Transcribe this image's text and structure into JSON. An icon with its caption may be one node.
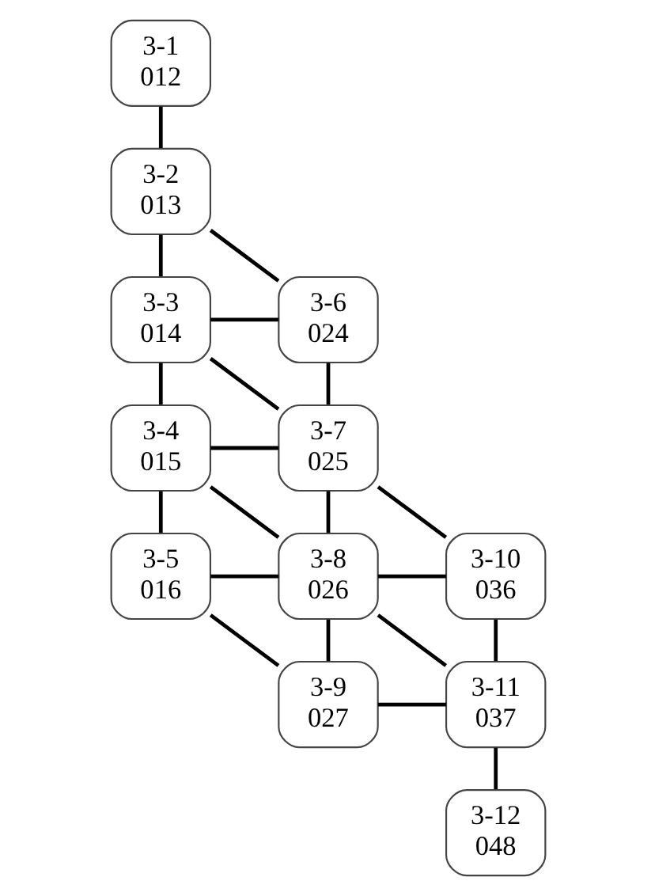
{
  "diagram": {
    "nodes": [
      {
        "text": [
          "3-1",
          "012"
        ]
      },
      {
        "text": [
          "3-2",
          "013"
        ]
      },
      {
        "text": [
          "3-3",
          "014"
        ]
      },
      {
        "text": [
          "3-6",
          "024"
        ]
      },
      {
        "text": [
          "3-4",
          "015"
        ]
      },
      {
        "text": [
          "3-7",
          "025"
        ]
      },
      {
        "text": [
          "3-5",
          "016"
        ]
      },
      {
        "text": [
          "3-8",
          "026"
        ]
      },
      {
        "text": [
          "3-10",
          "036"
        ]
      },
      {
        "text": [
          "3-9",
          "027"
        ]
      },
      {
        "text": [
          "3-11",
          "037"
        ]
      },
      {
        "text": [
          "3-12",
          "048"
        ]
      }
    ],
    "edges": [
      {
        "from": 0,
        "to": 1,
        "arrow": "none"
      },
      {
        "from": 1,
        "to": 2,
        "arrow": "none"
      },
      {
        "from": 1,
        "to": 3,
        "arrow": "none"
      },
      {
        "from": 2,
        "to": 3,
        "arrow": "none"
      },
      {
        "from": 2,
        "to": 4,
        "arrow": "none"
      },
      {
        "from": 2,
        "to": 5,
        "arrow": "none"
      },
      {
        "from": 3,
        "to": 5,
        "arrow": "none"
      },
      {
        "from": 4,
        "to": 5,
        "arrow": "none"
      },
      {
        "from": 4,
        "to": 6,
        "arrow": "none"
      },
      {
        "from": 4,
        "to": 7,
        "arrow": "none"
      },
      {
        "from": 5,
        "to": 7,
        "arrow": "none"
      },
      {
        "from": 5,
        "to": 8,
        "arrow": "none"
      },
      {
        "from": 6,
        "to": 7,
        "arrow": "none"
      },
      {
        "from": 6,
        "to": 9,
        "arrow": "none"
      },
      {
        "from": 7,
        "to": 8,
        "arrow": "none"
      },
      {
        "from": 7,
        "to": 9,
        "arrow": "none"
      },
      {
        "from": 7,
        "to": 10,
        "arrow": "none"
      },
      {
        "from": 8,
        "to": 10,
        "arrow": "none"
      },
      {
        "from": 9,
        "to": 10,
        "arrow": "none"
      },
      {
        "from": 10,
        "to": 11,
        "arrow": "none"
      }
    ]
  }
}
